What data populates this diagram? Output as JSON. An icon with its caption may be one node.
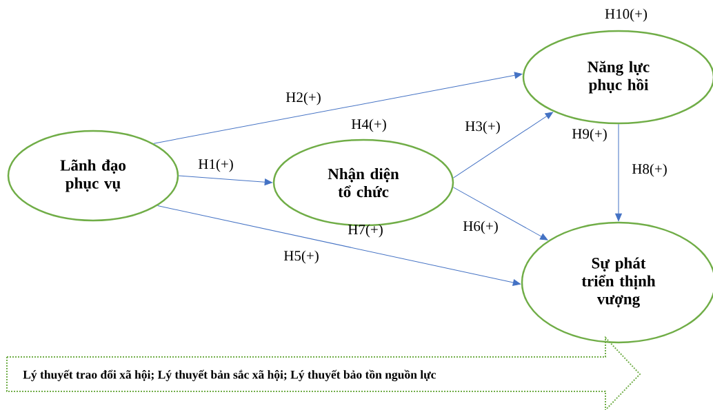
{
  "diagram": {
    "nodes": [
      {
        "text": [
          "Lãnh đạo phục vụ"
        ]
      },
      {
        "text": [
          "Nhận diện tổ chức"
        ]
      },
      {
        "text": [
          "Năng lực phục hồi"
        ]
      },
      {
        "text": [
          "Sự phát triển thịnh vượng"
        ]
      },
      {
        "text": [
          "Lý thuyết trao đổi xã hội; Lý thuyết bản sắc xã hội; Lý thuyết bảo tồn nguồn lực"
        ]
      }
    ],
    "edges": [
      {
        "from": 0,
        "to": 1,
        "arrow": "to",
        "label": "H1(+)"
      },
      {
        "from": 0,
        "to": 2,
        "arrow": "to",
        "label": "H2(+)"
      },
      {
        "from": 1,
        "to": 2,
        "arrow": "to",
        "label": "H3(+)"
      },
      {
        "from": 0,
        "to": 3,
        "arrow": "to",
        "label": "H5(+)"
      },
      {
        "from": 1,
        "to": 3,
        "arrow": "to",
        "label": "H6(+)"
      },
      {
        "from": 2,
        "to": 3,
        "arrow": "to",
        "label": "H8(+)"
      }
    ],
    "labels": [
      "H10(+)",
      "H4(+)",
      "H9(+)",
      "H7(+)"
    ]
  }
}
